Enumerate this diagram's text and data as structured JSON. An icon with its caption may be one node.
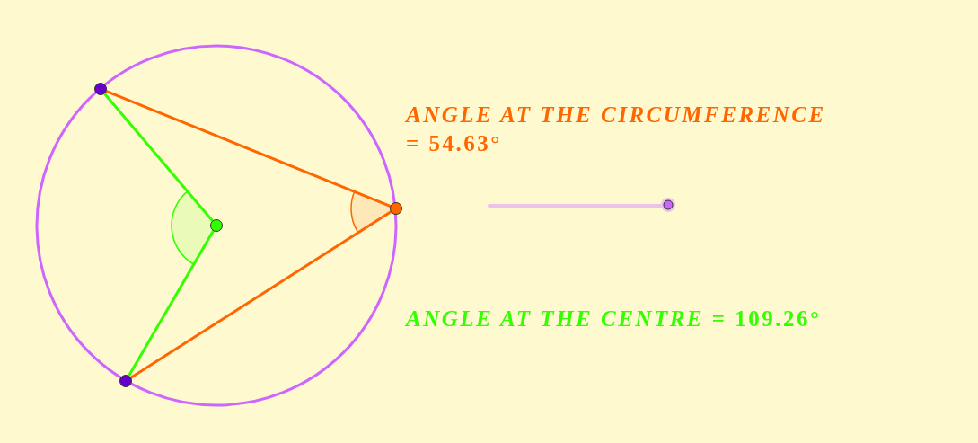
{
  "diagram": {
    "nodes": [
      {
        "text": [],
        "shape": "circle"
      },
      {
        "text": [],
        "shape": "circle"
      },
      {
        "text": [],
        "shape": "circle"
      },
      {
        "text": [],
        "shape": "circle"
      }
    ],
    "edges": [
      {
        "from": 0,
        "to": 2,
        "arrow": "none",
        "color": "#33ff00"
      },
      {
        "from": 1,
        "to": 2,
        "arrow": "none",
        "color": "#33ff00"
      },
      {
        "from": 0,
        "to": 3,
        "arrow": "none",
        "color": "#ff6600"
      },
      {
        "from": 1,
        "to": 3,
        "arrow": "none",
        "color": "#ff6600"
      }
    ],
    "labels": [
      "*ANGLE AT THE CIRCUMFERENCE* = 54.63°",
      "*ANGLE AT THE CENTRE* = 109.26°"
    ]
  }
}
